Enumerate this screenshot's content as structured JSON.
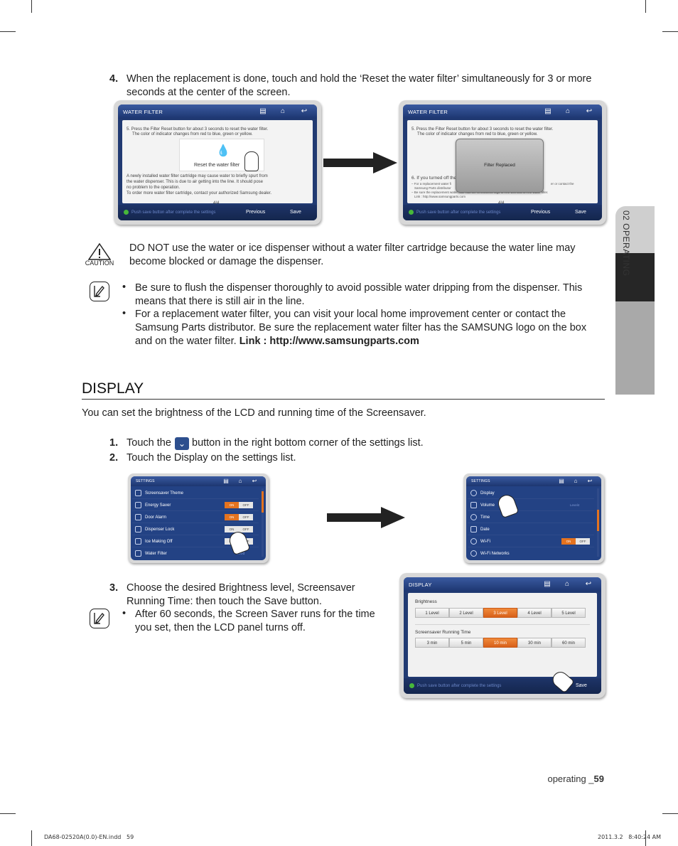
{
  "step4": {
    "number": "4.",
    "text": "When the replacement is done, touch and hold the ‘Reset the water filter’ simultaneously for 3 or more seconds at the center of the screen."
  },
  "water_filter_screen_left": {
    "title": "WATER FILTER",
    "instr_1": "5. Press the Filter Reset button for about 3 seconds to reset the water filter.",
    "instr_2": "The color of indicator changes from red to blue, green or yellow.",
    "reset_label": "Reset the water filter",
    "body_1": "A newly installed water filter cartridge may cause water to briefly spurt from",
    "body_2": "the water dispenser. This is due to air getting into the line. It should pose",
    "body_3": "no problem to the operation.",
    "body_4": "To order more water filter cartridge, contact your authorized Samsung dealer.",
    "page": "4/4",
    "footer_msg": "Push save button after complete the settings",
    "previous": "Previous",
    "save": "Save"
  },
  "water_filter_screen_right": {
    "title": "WATER FILTER",
    "instr_1": "5. Press the Filter Reset button for about 3 seconds to reset the water filter.",
    "instr_2": "The color of indicator changes from red to blue, green or yellow.",
    "popup": "Filter Replaced",
    "step6": "6. If you turned off the",
    "note_1": "– For a replacement water fi",
    "note_1b": "er or contact the",
    "note_2": "Samsung Parts distributor",
    "note_3": "– Be sure the replacement water filter has the SAMSUNG logo on the box and on the water filter.",
    "note_4": "Link : http://www.samsungparts.com",
    "page": "4/4",
    "footer_msg": "Push save button after complete the settings",
    "previous": "Previous",
    "save": "Save"
  },
  "caution": {
    "label": "CAUTION",
    "text": "DO NOT use the water or ice dispenser without a water filter cartridge because the water line may become blocked or damage the dispenser."
  },
  "notes_1": [
    "Be sure to flush the dispenser thoroughly to avoid possible water dripping from the dispenser. This means that there is still air in the line.",
    "For a replacement water filter, you can visit your local home improvement center or contact the Samsung Parts distributor. Be sure the replacement water filter has the SAMSUNG logo on the box and on the water filter. "
  ],
  "notes_1_link": "Link : http://www.samsungparts.com",
  "side_tab": "02 OPERATING",
  "section_title": "DISPLAY",
  "intro": "You can set the brightness of the LCD and running time of the Screensaver.",
  "step1": {
    "number": "1.",
    "before": "Touch the",
    "after": "button in the right bottom corner of the settings list."
  },
  "step2": {
    "number": "2.",
    "text": "Touch the Display on the settings list."
  },
  "settings_left": {
    "title": "SETTINGS",
    "rows": [
      "Screensaver Theme",
      "Energy Saver",
      "Door Alarm",
      "Dispenser Lock",
      "Ice Making Off",
      "Water Filter"
    ],
    "on": "ON",
    "off": "OFF",
    "filter_value": "Good"
  },
  "settings_right": {
    "title": "SETTINGS",
    "rows": [
      "Display",
      "Volume",
      "Time",
      "Date",
      "Wi-Fi",
      "Wi-Fi Networks"
    ],
    "volume_value": "Level4",
    "on": "ON",
    "off": "OFF"
  },
  "step3": {
    "number": "3.",
    "text": "Choose the desired Brightness level, Screensaver Running Time: then touch the Save button."
  },
  "note_3": "After 60 seconds, the Screen Saver runs for the time you set, then the LCD panel turns off.",
  "display_screen": {
    "title": "DISPLAY",
    "brightness_label": "Brightness",
    "brightness_levels": [
      "1 Level",
      "2 Level",
      "3 Level",
      "4 Level",
      "5 Level"
    ],
    "brightness_selected": "3 Level",
    "running_label": "Screensaver Running Time",
    "running_times": [
      "3 min",
      "5 min",
      "10 min",
      "30 min",
      "60 min"
    ],
    "running_selected": "10 min",
    "footer_msg": "Push save button after complete the settings",
    "save": "Save"
  },
  "page_footer": {
    "label": "operating _",
    "number": "59"
  },
  "print_slug": {
    "file": "DA68-02520A(0.0)-EN.indd   59",
    "date": "2011.3.2   8:40:24 AM"
  }
}
